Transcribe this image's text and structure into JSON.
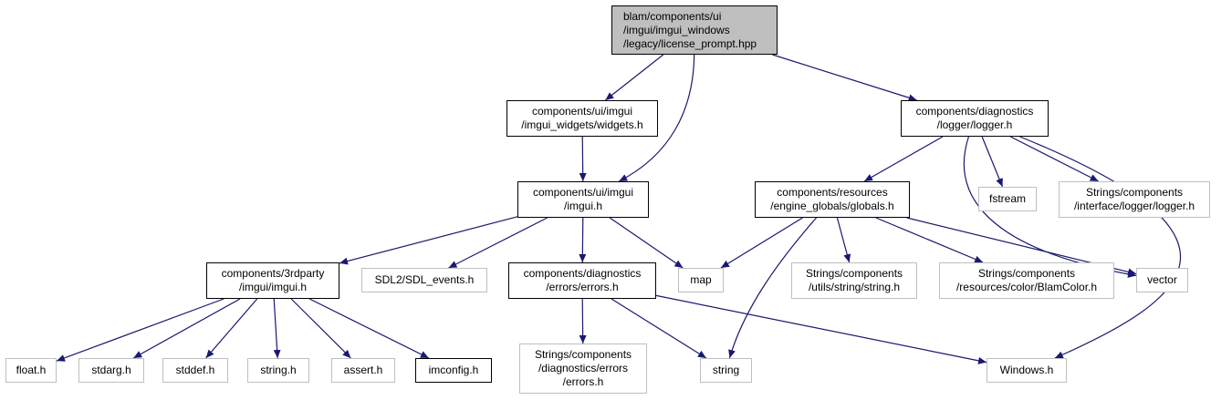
{
  "graph": {
    "edge_color": "#191970",
    "root_fill": "#bfbfbf",
    "documented_border": "#000000",
    "external_border": "#bfbfbf",
    "nodes": {
      "root": {
        "lines": [
          "blam/components/ui",
          "/imgui/imgui_windows",
          "/legacy/license_prompt.hpp"
        ]
      },
      "widgets": {
        "lines": [
          "components/ui/imgui",
          "/imgui_widgets/widgets.h"
        ]
      },
      "logger": {
        "lines": [
          "components/diagnostics",
          "/logger/logger.h"
        ]
      },
      "imgui_h": {
        "lines": [
          "components/ui/imgui",
          "/imgui.h"
        ]
      },
      "globals": {
        "lines": [
          "components/resources",
          "/engine_globals/globals.h"
        ]
      },
      "fstream": {
        "lines": [
          "fstream"
        ]
      },
      "strings_logger": {
        "lines": [
          "Strings/components",
          "/interface/logger/logger.h"
        ]
      },
      "thirdparty_imgui": {
        "lines": [
          "components/3rdparty",
          "/imgui/imgui.h"
        ]
      },
      "sdl_events": {
        "lines": [
          "SDL2/SDL_events.h"
        ]
      },
      "errors": {
        "lines": [
          "components/diagnostics",
          "/errors/errors.h"
        ]
      },
      "map": {
        "lines": [
          "map"
        ]
      },
      "strings_utils": {
        "lines": [
          "Strings/components",
          "/utils/string/string.h"
        ]
      },
      "blamcolor": {
        "lines": [
          "Strings/components",
          "/resources/color/BlamColor.h"
        ]
      },
      "vector": {
        "lines": [
          "vector"
        ]
      },
      "float_h": {
        "lines": [
          "float.h"
        ]
      },
      "stdarg_h": {
        "lines": [
          "stdarg.h"
        ]
      },
      "stddef_h": {
        "lines": [
          "stddef.h"
        ]
      },
      "string_h": {
        "lines": [
          "string.h"
        ]
      },
      "assert_h": {
        "lines": [
          "assert.h"
        ]
      },
      "imconfig_h": {
        "lines": [
          "imconfig.h"
        ]
      },
      "strings_errors": {
        "lines": [
          "Strings/components",
          "/diagnostics/errors",
          "/errors.h"
        ]
      },
      "string": {
        "lines": [
          "string"
        ]
      },
      "windows_h": {
        "lines": [
          "Windows.h"
        ]
      }
    },
    "edges": [
      [
        "root",
        "widgets"
      ],
      [
        "root",
        "imgui_h"
      ],
      [
        "root",
        "logger"
      ],
      [
        "widgets",
        "imgui_h"
      ],
      [
        "logger",
        "globals"
      ],
      [
        "logger",
        "fstream"
      ],
      [
        "logger",
        "strings_logger"
      ],
      [
        "logger",
        "vector"
      ],
      [
        "logger",
        "windows_h"
      ],
      [
        "imgui_h",
        "thirdparty_imgui"
      ],
      [
        "imgui_h",
        "sdl_events"
      ],
      [
        "imgui_h",
        "errors"
      ],
      [
        "imgui_h",
        "map"
      ],
      [
        "globals",
        "map"
      ],
      [
        "globals",
        "string"
      ],
      [
        "globals",
        "strings_utils"
      ],
      [
        "globals",
        "blamcolor"
      ],
      [
        "globals",
        "vector"
      ],
      [
        "thirdparty_imgui",
        "float_h"
      ],
      [
        "thirdparty_imgui",
        "stdarg_h"
      ],
      [
        "thirdparty_imgui",
        "stddef_h"
      ],
      [
        "thirdparty_imgui",
        "string_h"
      ],
      [
        "thirdparty_imgui",
        "assert_h"
      ],
      [
        "thirdparty_imgui",
        "imconfig_h"
      ],
      [
        "errors",
        "strings_errors"
      ],
      [
        "errors",
        "string"
      ],
      [
        "errors",
        "windows_h"
      ]
    ]
  }
}
